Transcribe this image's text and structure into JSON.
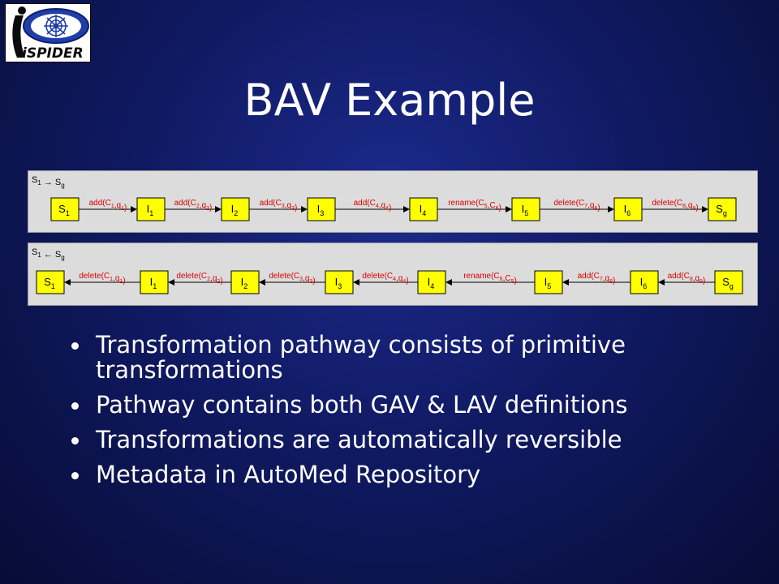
{
  "logo": {
    "text": "iSPIDER"
  },
  "slide": {
    "title": "BAV Example"
  },
  "diagrams": [
    {
      "heading_a": "S",
      "heading_a_sub": "1",
      "heading_op": "→",
      "heading_b": "S",
      "heading_b_sub": "g",
      "direction": "forward",
      "nodes": [
        {
          "base": "S",
          "sub": "1"
        },
        {
          "base": "I",
          "sub": "1"
        },
        {
          "base": "I",
          "sub": "2"
        },
        {
          "base": "I",
          "sub": "3"
        },
        {
          "base": "I",
          "sub": "4"
        },
        {
          "base": "I",
          "sub": "5"
        },
        {
          "base": "I",
          "sub": "6"
        },
        {
          "base": "S",
          "sub": "g"
        }
      ],
      "edges": [
        {
          "parts": [
            [
              "add(C",
              "n"
            ],
            [
              "1",
              "s"
            ],
            [
              ",q",
              "n"
            ],
            [
              "1",
              "s"
            ],
            [
              ")",
              "n"
            ]
          ]
        },
        {
          "parts": [
            [
              "add(C",
              "n"
            ],
            [
              "2",
              "s"
            ],
            [
              ",q",
              "n"
            ],
            [
              "2",
              "s"
            ],
            [
              ")",
              "n"
            ]
          ]
        },
        {
          "parts": [
            [
              "add(C",
              "n"
            ],
            [
              "3",
              "s"
            ],
            [
              ",q",
              "n"
            ],
            [
              "3",
              "s"
            ],
            [
              ")",
              "n"
            ]
          ]
        },
        {
          "parts": [
            [
              "add(C",
              "n"
            ],
            [
              "4",
              "s"
            ],
            [
              ",q",
              "n"
            ],
            [
              "4",
              "s"
            ],
            [
              ")",
              "n"
            ]
          ]
        },
        {
          "parts": [
            [
              "rename(C",
              "n"
            ],
            [
              "5",
              "s"
            ],
            [
              ",C",
              "n"
            ],
            [
              "6",
              "s"
            ],
            [
              ")",
              "n"
            ]
          ]
        },
        {
          "parts": [
            [
              "delete(C",
              "n"
            ],
            [
              "7",
              "s"
            ],
            [
              ",q",
              "n"
            ],
            [
              "8",
              "s"
            ],
            [
              ")",
              "n"
            ]
          ]
        },
        {
          "parts": [
            [
              "delete(C",
              "n"
            ],
            [
              "8",
              "s"
            ],
            [
              ",q",
              "n"
            ],
            [
              "9",
              "s"
            ],
            [
              ")",
              "n"
            ]
          ]
        }
      ]
    },
    {
      "heading_a": "S",
      "heading_a_sub": "1",
      "heading_op": "←",
      "heading_b": "S",
      "heading_b_sub": "g",
      "direction": "backward",
      "nodes": [
        {
          "base": "S",
          "sub": "1"
        },
        {
          "base": "I",
          "sub": "1"
        },
        {
          "base": "I",
          "sub": "2"
        },
        {
          "base": "I",
          "sub": "3"
        },
        {
          "base": "I",
          "sub": "4"
        },
        {
          "base": "I",
          "sub": "5"
        },
        {
          "base": "I",
          "sub": "6"
        },
        {
          "base": "S",
          "sub": "g"
        }
      ],
      "edges": [
        {
          "parts": [
            [
              "delete(C",
              "n"
            ],
            [
              "1",
              "s"
            ],
            [
              ",q",
              "n"
            ],
            [
              "1",
              "s"
            ],
            [
              ")",
              "n"
            ]
          ]
        },
        {
          "parts": [
            [
              "delete(C",
              "n"
            ],
            [
              "2",
              "s"
            ],
            [
              ",q",
              "n"
            ],
            [
              "2",
              "s"
            ],
            [
              ")",
              "n"
            ]
          ]
        },
        {
          "parts": [
            [
              "delete(C",
              "n"
            ],
            [
              "3",
              "s"
            ],
            [
              ",q",
              "n"
            ],
            [
              "3",
              "s"
            ],
            [
              ")",
              "n"
            ]
          ]
        },
        {
          "parts": [
            [
              "delete(C",
              "n"
            ],
            [
              "4",
              "s"
            ],
            [
              ",q",
              "n"
            ],
            [
              "4",
              "s"
            ],
            [
              ")",
              "n"
            ]
          ]
        },
        {
          "parts": [
            [
              "rename(C",
              "n"
            ],
            [
              "6",
              "s"
            ],
            [
              ",C",
              "n"
            ],
            [
              "5",
              "s"
            ],
            [
              ")",
              "n"
            ]
          ]
        },
        {
          "parts": [
            [
              "add(C",
              "n"
            ],
            [
              "7",
              "s"
            ],
            [
              ",q",
              "n"
            ],
            [
              "8",
              "s"
            ],
            [
              ")",
              "n"
            ]
          ]
        },
        {
          "parts": [
            [
              "add(C",
              "n"
            ],
            [
              "8",
              "s"
            ],
            [
              ",q",
              "n"
            ],
            [
              "9",
              "s"
            ],
            [
              ")",
              "n"
            ]
          ]
        }
      ]
    }
  ],
  "bullets": [
    "Transformation pathway consists of primitive transformations",
    "Pathway contains both GAV & LAV definitions",
    "Transformations are automatically reversible",
    "Metadata in AutoMed Repository"
  ],
  "colors": {
    "node_fill": "#ffff00",
    "edge_label": "#dd0000",
    "panel": "#dcdcdc"
  }
}
